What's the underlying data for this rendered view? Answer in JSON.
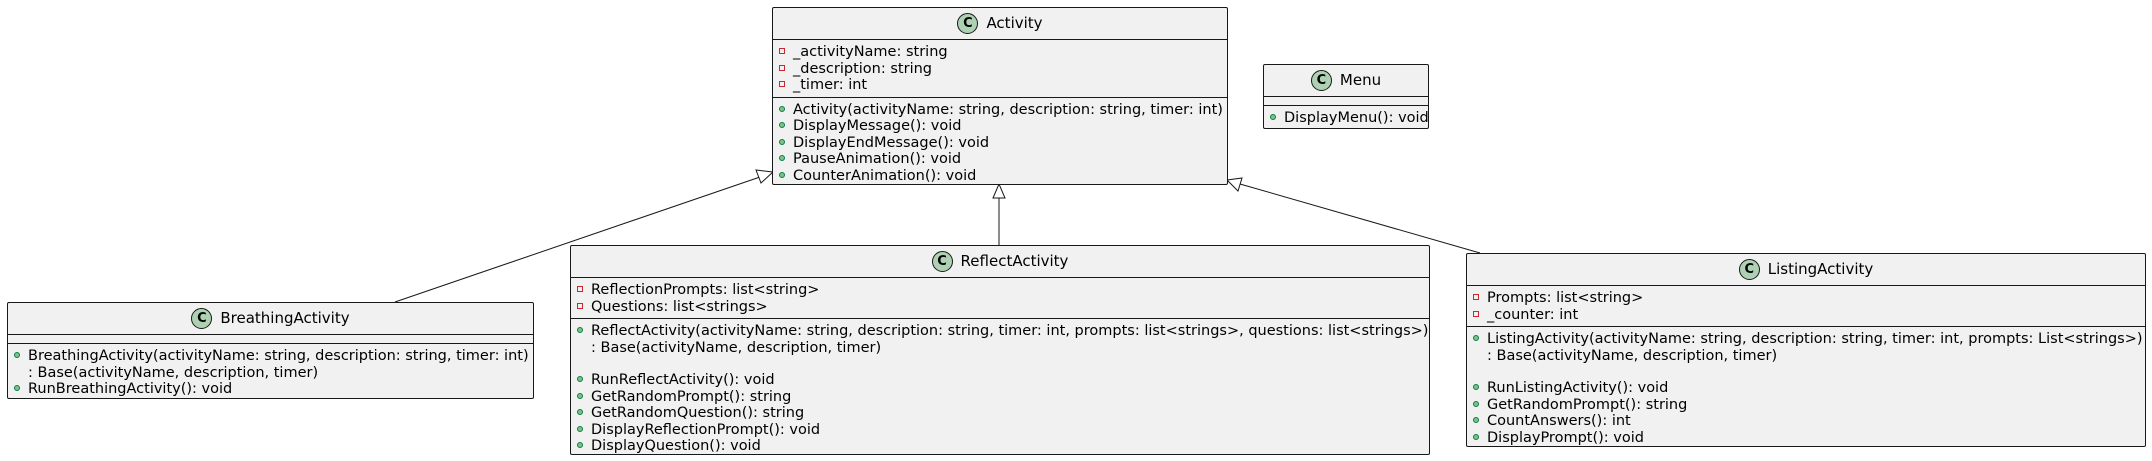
{
  "classes": {
    "activity": {
      "stereotype": "C",
      "name": "Activity",
      "attributes": [
        "_activityName: string",
        "_description: string",
        "_timer: int"
      ],
      "methods": [
        "Activity(activityName: string, description: string, timer: int)",
        "DisplayMessage(): void",
        "DisplayEndMessage(): void",
        "PauseAnimation(): void",
        "CounterAnimation(): void"
      ]
    },
    "menu": {
      "stereotype": "C",
      "name": "Menu",
      "methods": [
        "DisplayMenu(): void"
      ]
    },
    "breathing": {
      "stereotype": "C",
      "name": "BreathingActivity",
      "method1": "BreathingActivity(activityName: string, description: string, timer: int)",
      "method1_cont": ": Base(activityName, description, timer)",
      "method2": "RunBreathingActivity(): void"
    },
    "reflect": {
      "stereotype": "C",
      "name": "ReflectActivity",
      "attributes": [
        "ReflectionPrompts: list<string>",
        "Questions: list<strings>"
      ],
      "ctor": "ReflectActivity(activityName: string, description: string, timer: int, prompts: list<strings>, questions: list<strings>)",
      "ctor_cont": ": Base(activityName, description, timer)",
      "methods": [
        "RunReflectActivity(): void",
        "GetRandomPrompt(): string",
        "GetRandomQuestion(): string",
        "DisplayReflectionPrompt(): void",
        "DisplayQuestion(): void"
      ]
    },
    "listing": {
      "stereotype": "C",
      "name": "ListingActivity",
      "attributes": [
        "Prompts: list<string>",
        "_counter: int"
      ],
      "ctor": "ListingActivity(activityName: string, description: string, timer: int, prompts: List<strings>)",
      "ctor_cont": ": Base(activityName, description, timer)",
      "methods": [
        "RunListingActivity(): void",
        "GetRandomPrompt(): string",
        "CountAnswers(): int",
        "DisplayPrompt(): void"
      ]
    }
  },
  "relations": [
    {
      "type": "generalization",
      "from": "BreathingActivity",
      "to": "Activity"
    },
    {
      "type": "generalization",
      "from": "ReflectActivity",
      "to": "Activity"
    },
    {
      "type": "generalization",
      "from": "ListingActivity",
      "to": "Activity"
    }
  ]
}
